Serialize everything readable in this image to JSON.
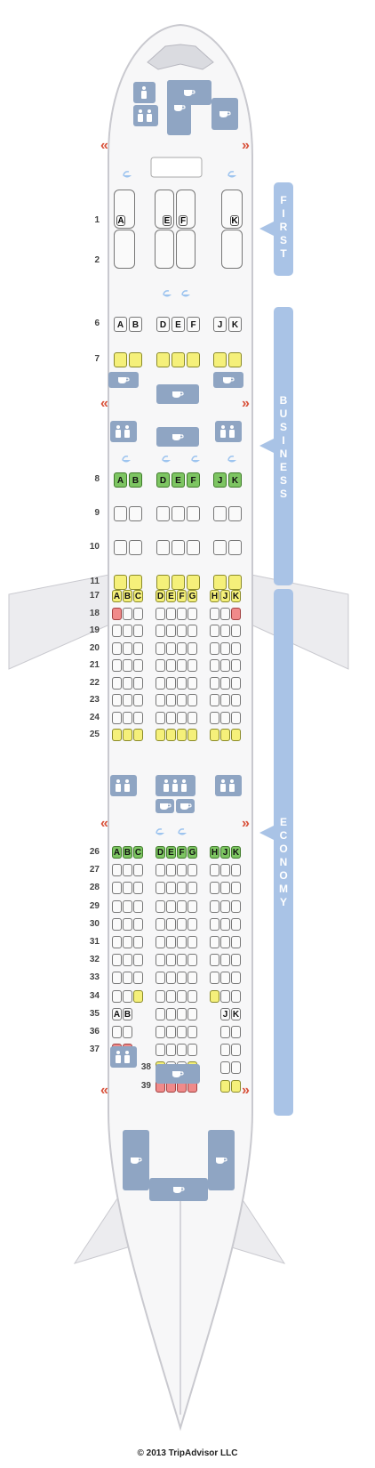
{
  "copyright": "© 2013 TripAdvisor LLC",
  "class_labels": {
    "first": "FIRST",
    "business": "BUSINESS",
    "economy": "ECONOMY"
  },
  "colors": {
    "fuselage": "#f7f7f8",
    "fuselage_outline": "#c9c9cf",
    "facility": "#8fa5c3",
    "class_bar": "#a9c3e6",
    "exit_arrow": "#d8513a",
    "seat_standard": "#ffffff",
    "seat_good": "#7dc562",
    "seat_mixed": "#f5f07a",
    "seat_bad": "#f08a8a"
  },
  "icons": {
    "exit": "exit-arrow-icon",
    "lavatory": "lavatory-icon",
    "galley": "galley-cup-icon",
    "bassinet": "bassinet-icon"
  },
  "first_class": {
    "rows": [
      "1",
      "2"
    ],
    "row1_letters": [
      "A",
      "E",
      "F",
      "K"
    ]
  },
  "business_class": {
    "rows": [
      "6",
      "7",
      "8",
      "9",
      "10",
      "11"
    ],
    "letters_left": [
      "A",
      "B"
    ],
    "letters_center": [
      "D",
      "E",
      "F"
    ],
    "letters_right": [
      "J",
      "K"
    ]
  },
  "economy_front": {
    "rows": [
      "17",
      "18",
      "19",
      "20",
      "21",
      "22",
      "23",
      "24",
      "25"
    ],
    "letters_left": [
      "A",
      "B",
      "C"
    ],
    "letters_center": [
      "D",
      "E",
      "F",
      "G"
    ],
    "letters_right": [
      "H",
      "J",
      "K"
    ]
  },
  "economy_rear": {
    "rows": [
      "26",
      "27",
      "28",
      "29",
      "30",
      "31",
      "32",
      "33",
      "34",
      "35",
      "36",
      "37",
      "38",
      "39"
    ],
    "letters_left": [
      "A",
      "B",
      "C"
    ],
    "letters_center": [
      "D",
      "E",
      "F",
      "G"
    ],
    "letters_right": [
      "H",
      "J",
      "K"
    ],
    "row35_left": [
      "A",
      "B"
    ],
    "row35_right": [
      "J",
      "K"
    ]
  }
}
